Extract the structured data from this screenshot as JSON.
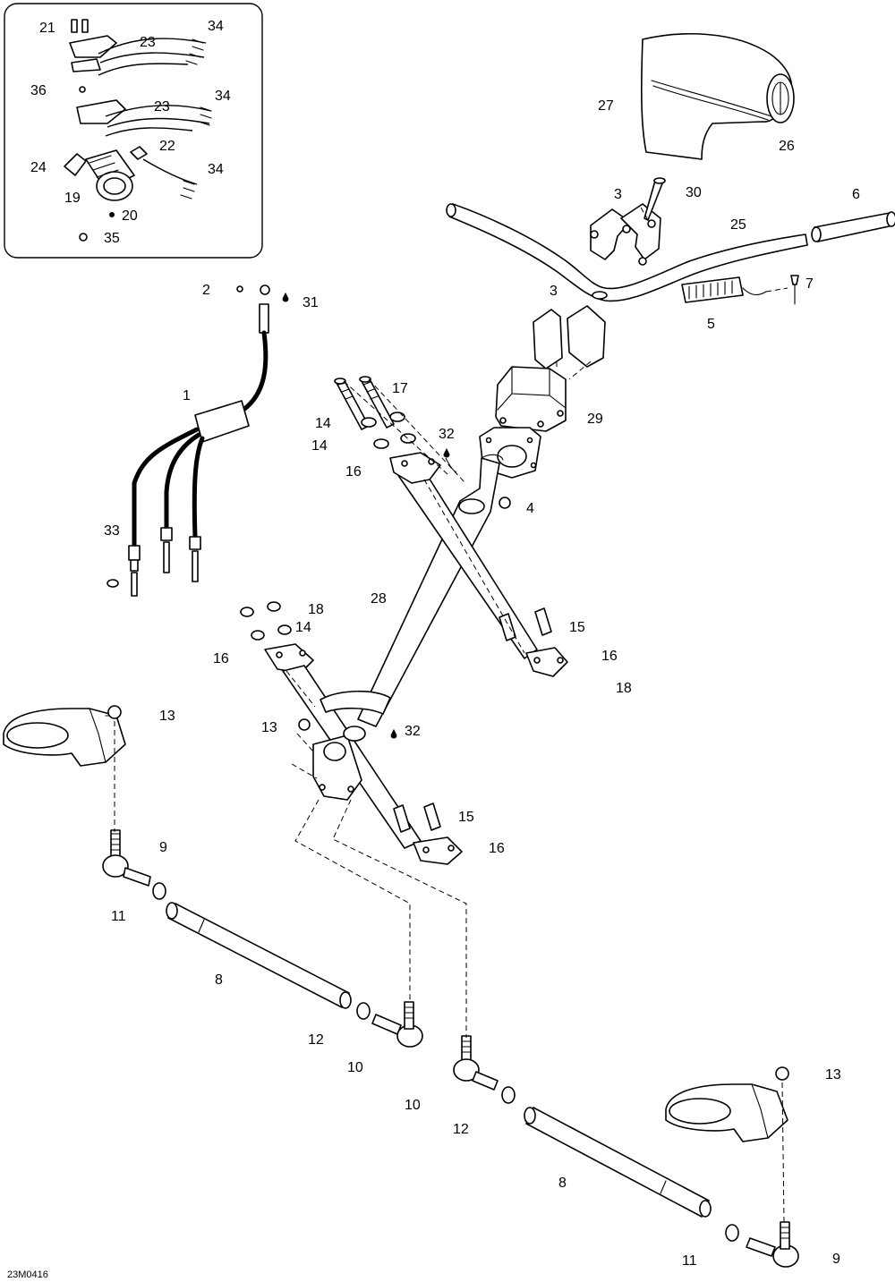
{
  "diagram": {
    "reference_code": "23M0416",
    "callouts": [
      "1",
      "2",
      "3",
      "4",
      "5",
      "6",
      "7",
      "8",
      "9",
      "10",
      "11",
      "12",
      "13",
      "14",
      "15",
      "16",
      "17",
      "18",
      "19",
      "20",
      "21",
      "22",
      "23",
      "24",
      "25",
      "26",
      "27",
      "28",
      "29",
      "30",
      "31",
      "32",
      "33",
      "34",
      "35",
      "36"
    ]
  }
}
